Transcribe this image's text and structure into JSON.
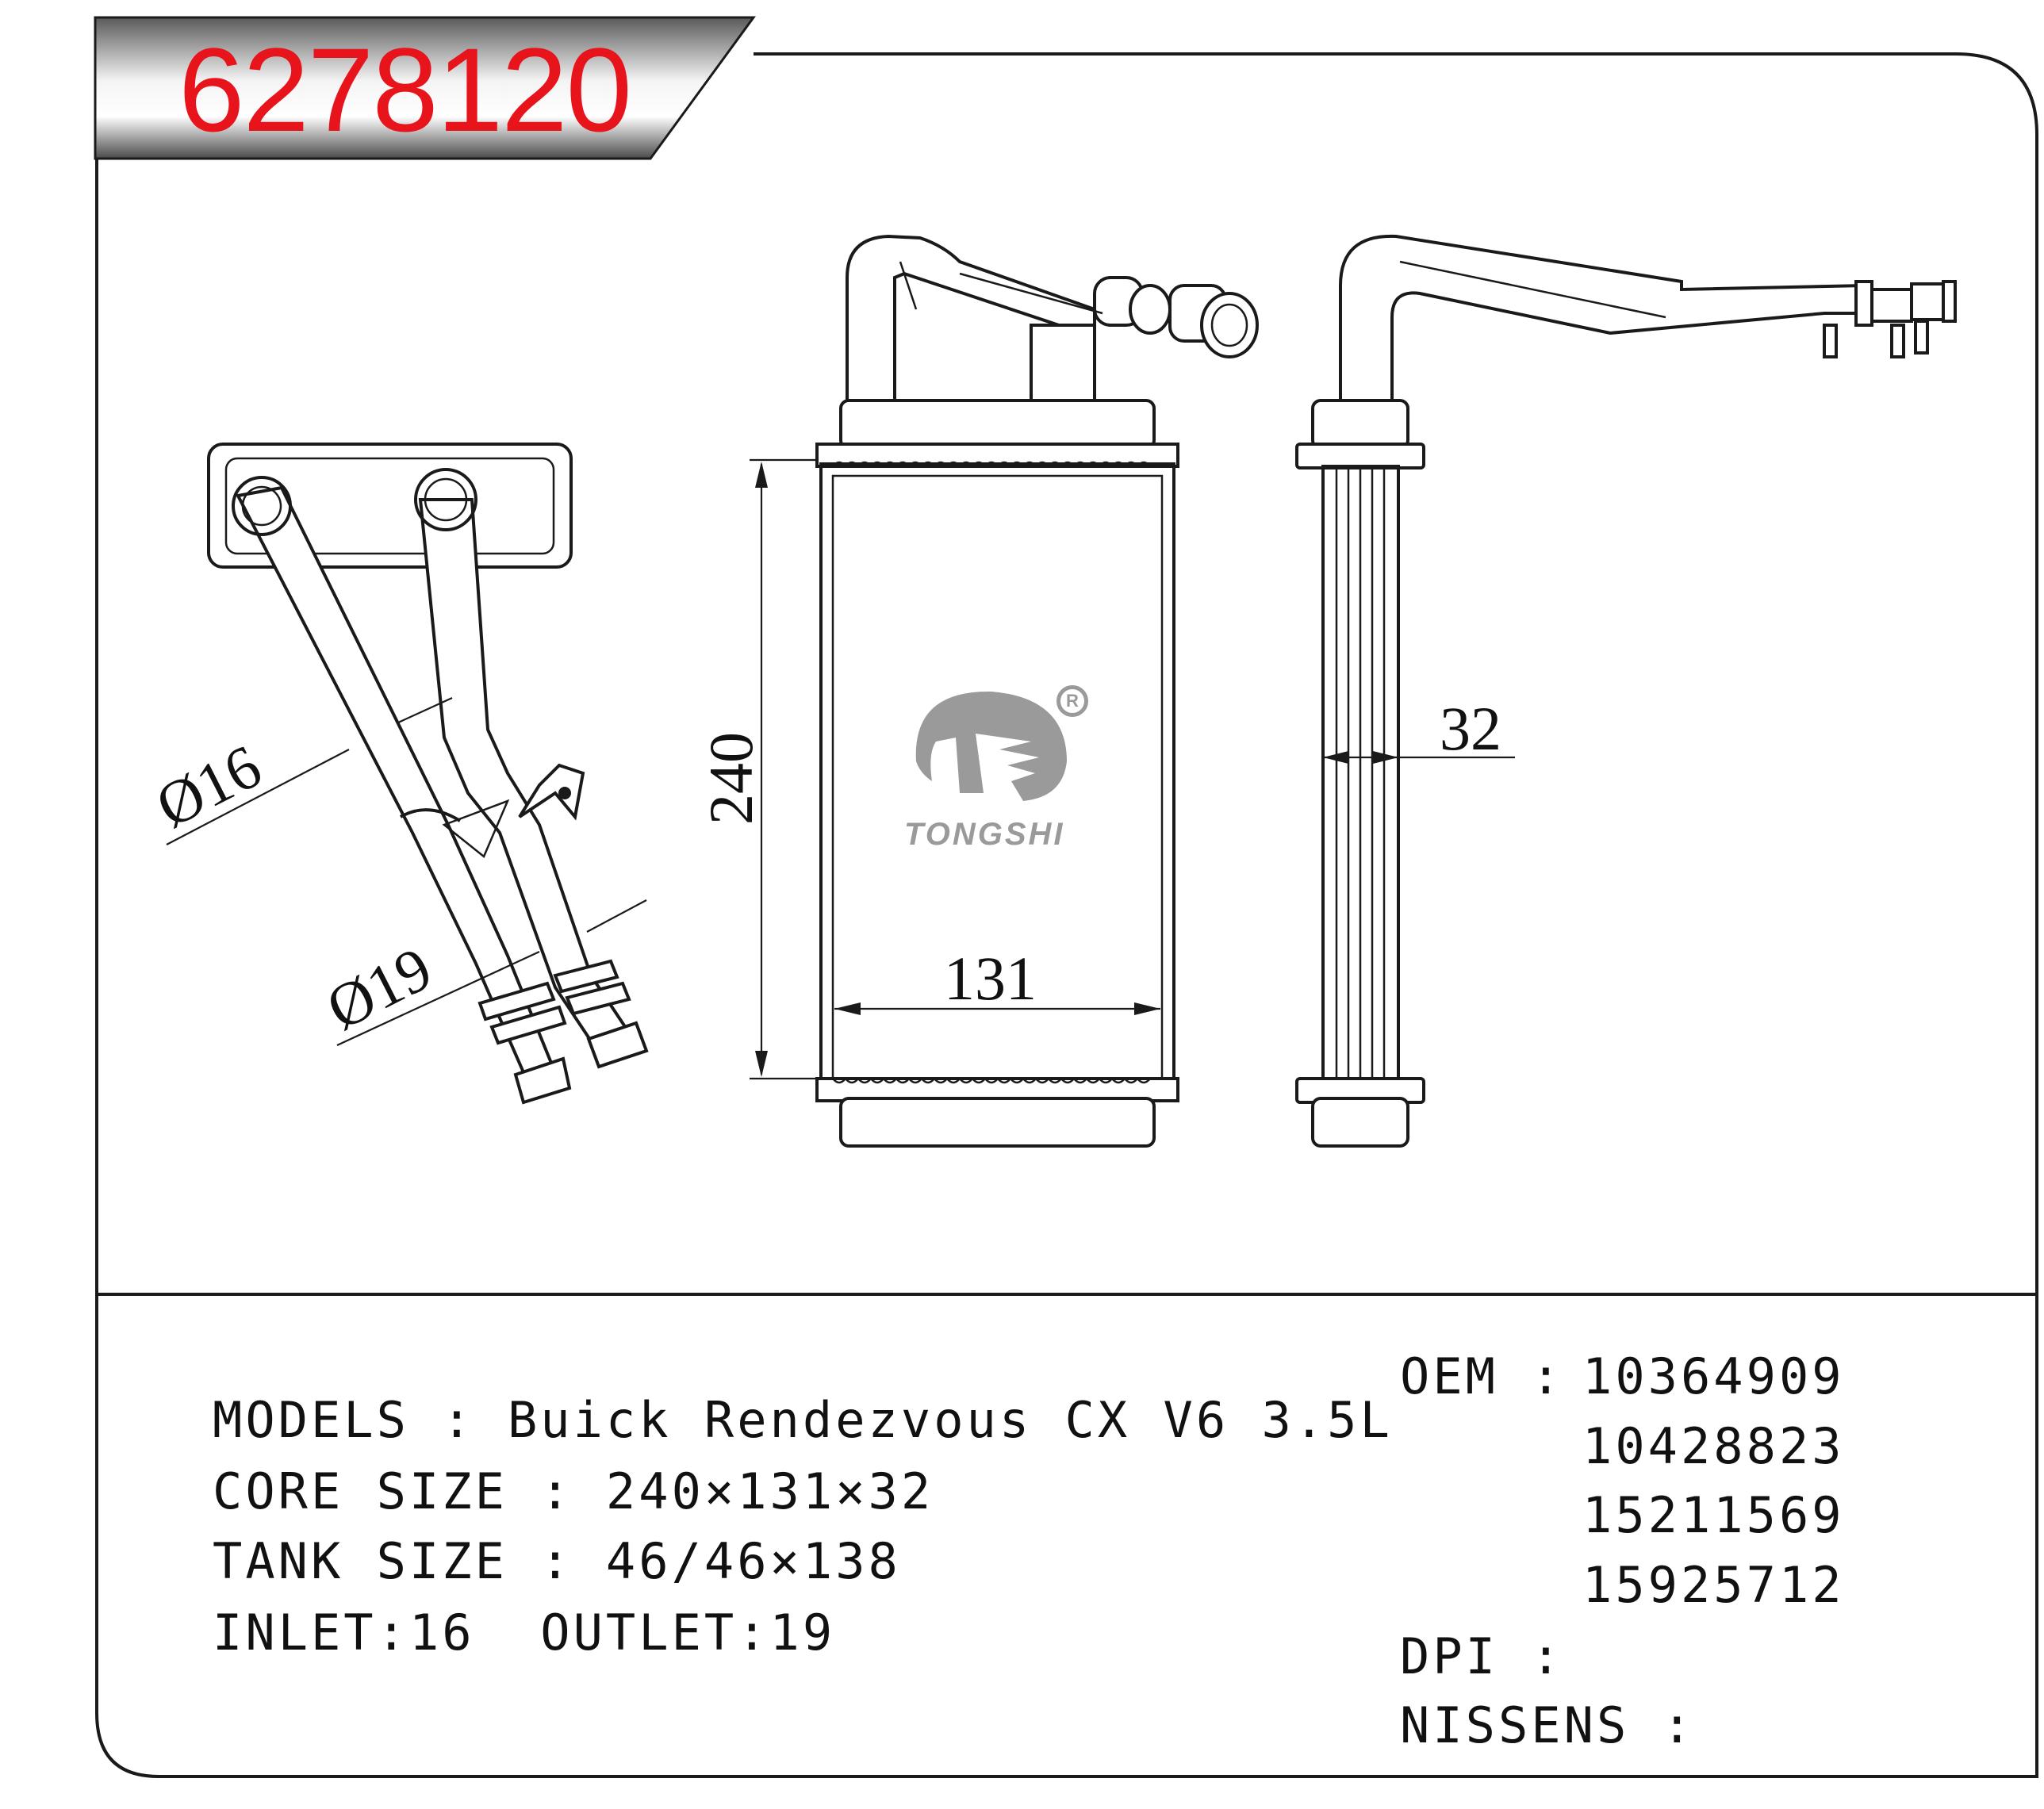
{
  "header": {
    "part_number": "6278120",
    "part_number_color": "#e8141c"
  },
  "dimensions": {
    "inlet_diameter": "Ø16",
    "outlet_diameter": "Ø19",
    "core_height": "240",
    "core_width": "131",
    "core_depth": "32"
  },
  "logo": {
    "brand": "TONGSHI",
    "registered_mark": "R",
    "color": "#9a9a9a"
  },
  "specs": {
    "models": "MODELS : Buick Rendezvous CX V6 3.5L",
    "core_size": "CORE SIZE : 240×131×32",
    "tank_size": "TANK SIZE : 46/46×138",
    "inlet_outlet": "INLET:16  OUTLET:19"
  },
  "references": {
    "oem_label": "OEM :",
    "oem_numbers": [
      "10364909",
      "10428823",
      "15211569",
      "15925712"
    ],
    "dpi_label": "DPI :",
    "nissens_label": "NISSENS :"
  }
}
